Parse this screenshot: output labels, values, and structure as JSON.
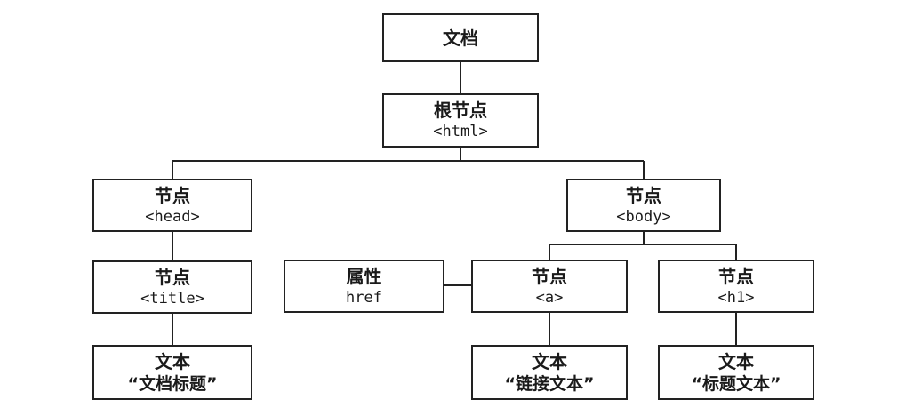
{
  "nodes": {
    "document": {
      "label": "文档"
    },
    "root": {
      "label": "根节点",
      "tag": "<html>"
    },
    "head": {
      "label": "节点",
      "tag": "<head>"
    },
    "body": {
      "label": "节点",
      "tag": "<body>"
    },
    "title": {
      "label": "节点",
      "tag": "<title>"
    },
    "attribute": {
      "label": "属性",
      "tag": "href"
    },
    "a": {
      "label": "节点",
      "tag": "<a>"
    },
    "h1": {
      "label": "节点",
      "tag": "<h1>"
    },
    "title_text": {
      "label": "文本",
      "content": "“文档标题”"
    },
    "a_text": {
      "label": "文本",
      "content": "“链接文本”"
    },
    "h1_text": {
      "label": "文本",
      "content": "“标题文本”"
    }
  }
}
